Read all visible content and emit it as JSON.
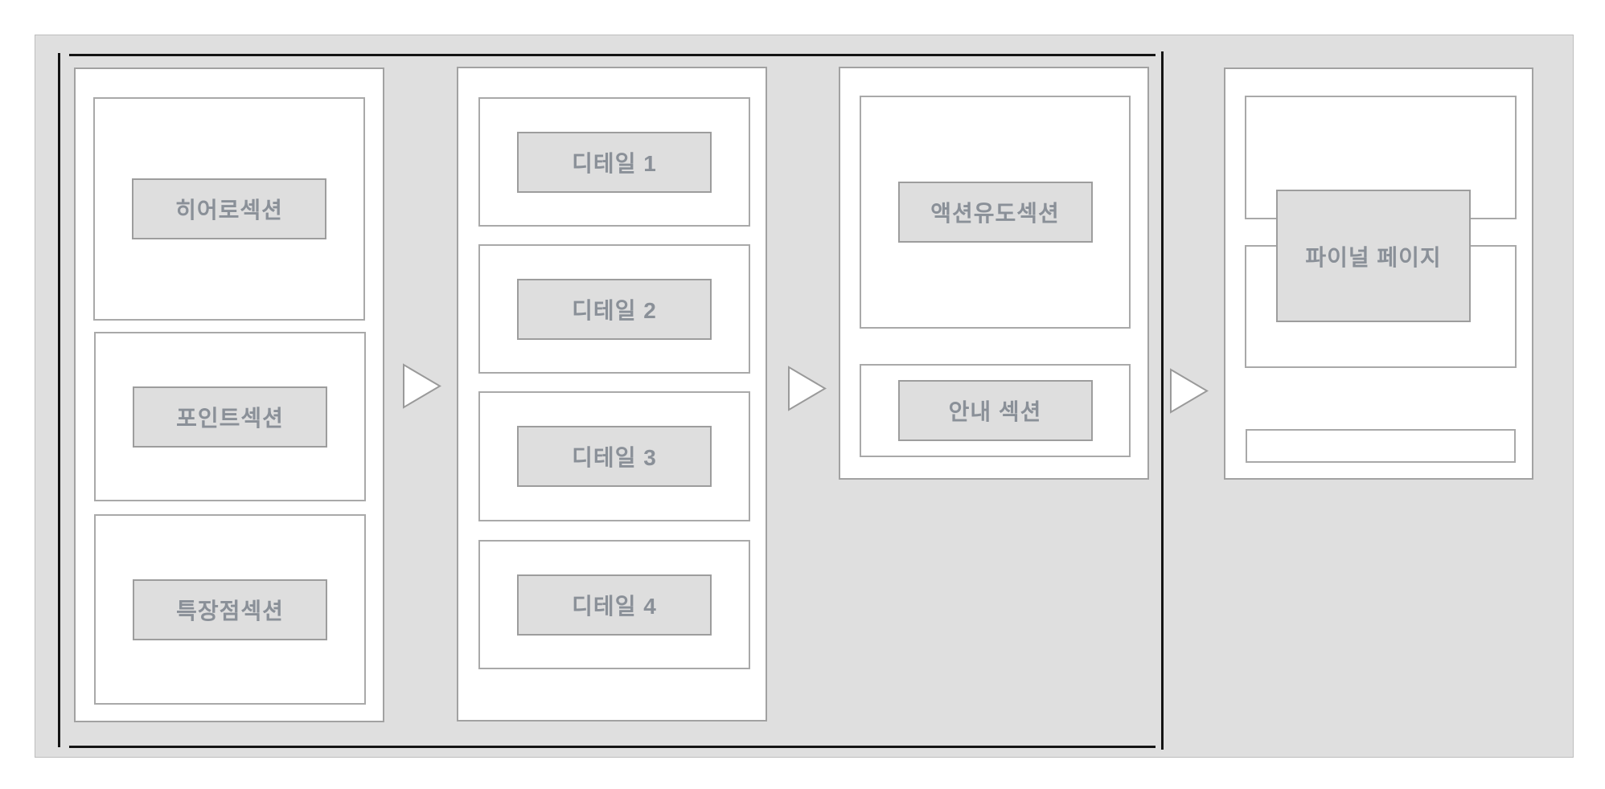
{
  "pages": [
    {
      "sections": [
        "히어로섹션",
        "포인트섹션",
        "특장점섹션"
      ]
    },
    {
      "sections": [
        "디테일 1",
        "디테일 2",
        "디테일 3",
        "디테일 4"
      ]
    },
    {
      "sections": [
        "액션유도섹션",
        "안내 섹션"
      ]
    },
    {
      "label": "파이널 페이지"
    }
  ],
  "colors": {
    "canvas_bg": "#dfdfdf",
    "panel_bg": "#ffffff",
    "panel_border": "#a2a2a2",
    "label_box_bg": "#dedede",
    "label_box_border": "#9d9d9d",
    "label_text": "#8a9098",
    "frame_line": "#141414",
    "arrow_fill": "#ffffff",
    "arrow_stroke": "#9a9a9a"
  }
}
